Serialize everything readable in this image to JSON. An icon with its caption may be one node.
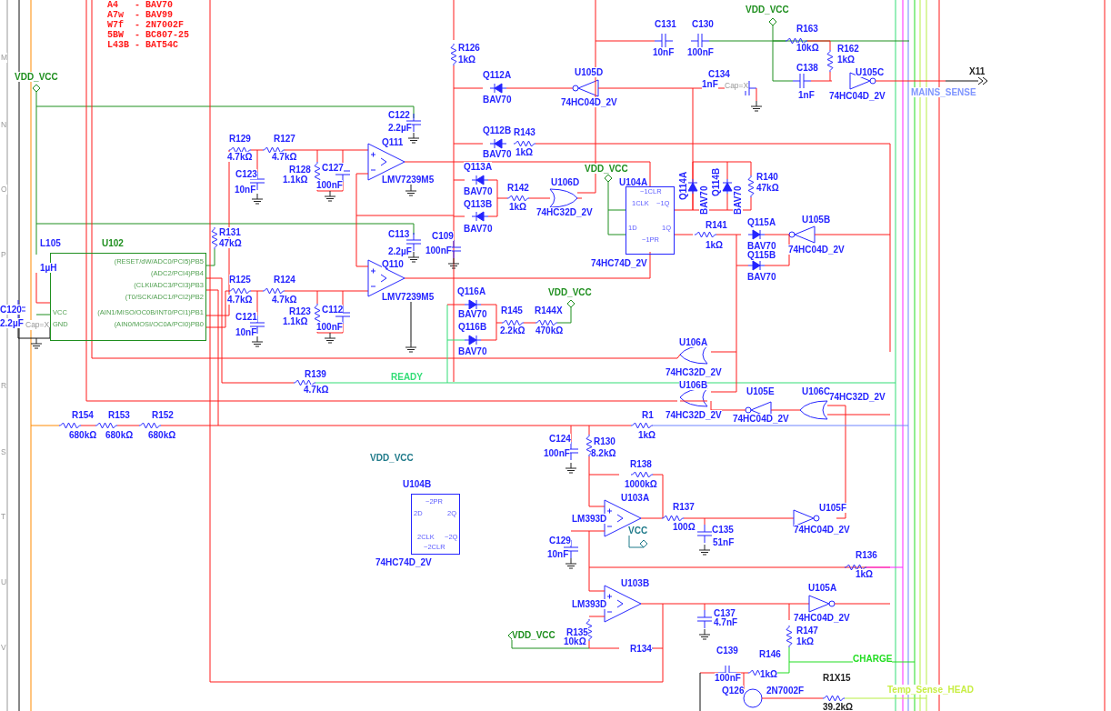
{
  "diagram": {
    "nodes": [
      {
        "text": [
          "(RESET/dW/ADC0/PCI5)PB5",
          "(ADC2/PCI4)PB4",
          "(CLKI/ADC3/PCI3)PB3",
          "(T0/SCK/ADC1/PCI2)PB2",
          "VCC",
          "(AIN1/MISO/OC0B/INT0/PCI1)PB1",
          "GND",
          "(AIN0/MOSI/OC0A/PCI0)PB0"
        ],
        "beside": [
          "U102"
        ]
      },
      {
        "text": [
          "~1CLR",
          "1CLK",
          "~1Q",
          "1D",
          "1Q",
          "~1PR"
        ],
        "beside": [
          "U104A",
          "74HC74D_2V"
        ]
      },
      {
        "text": [
          "~2PR",
          "2D",
          "2Q",
          "2CLK",
          "~2Q",
          "~2CLR"
        ],
        "beside": [
          "U104B",
          "74HC74D_2V"
        ]
      }
    ],
    "labels": [
      "A4   - BAV70",
      "A7w  - BAV99",
      "W7f  - 2N7002F",
      "5BW  - BC807-25",
      "L43B - BAT54C",
      "VDD_VCC",
      "R163",
      "C131",
      "C130",
      "10kΩ",
      "10nF",
      "100nF",
      "R126",
      "R162",
      "M",
      "1kΩ",
      "1kΩ",
      "VDD_VCC",
      "Q112A",
      "U105D",
      "C134",
      "C138",
      "U105C",
      "X11",
      "1nF",
      "Cap=X",
      "BAV70",
      "74HC04D_2V",
      "1nF",
      "74HC04D_2V",
      "MAINS_SENSE",
      "C122",
      "2.2µF",
      "N",
      "Q112B",
      "R143",
      "R129",
      "R127",
      "Q111",
      "BAV70",
      "1kΩ",
      "4.7kΩ",
      "4.7kΩ",
      "C123",
      "R128",
      "C127",
      "Q113A",
      "VDD_VCC",
      "1.1kΩ",
      "LMV7239M5",
      "Q114A",
      "Q114B",
      "R140",
      "O",
      "10nF",
      "100nF",
      "BAV70",
      "R142",
      "U106D",
      "BAV70",
      "BAV70",
      "47kΩ",
      "Q113B",
      "1kΩ",
      "74HC32D_2V",
      "BAV70",
      "R141",
      "Q115A",
      "U105B",
      "R131",
      "C113",
      "C109",
      "L105",
      "47kΩ",
      "1kΩ",
      "BAV70",
      "P",
      "2.2µF",
      "100nF",
      "Q115B",
      "74HC04D_2V",
      "1µH",
      "Q110",
      "R125",
      "R124",
      "BAV70",
      "4.7kΩ",
      "4.7kΩ",
      "LMV7239M5",
      "Q116A",
      "VDD_VCC",
      "C120",
      "C121",
      "R123",
      "C112",
      "BAV70",
      "R145",
      "R144X",
      "2.2µF",
      "Cap=X",
      "10nF",
      "1.1kΩ",
      "100nF",
      "Q116B",
      "2.2kΩ",
      "470kΩ",
      "BAV70",
      "U106A",
      "R139",
      "READY",
      "74HC32D_2V",
      "R",
      "4.7kΩ",
      "U106B",
      "U105E",
      "U106C",
      "74HC32D_2V",
      "R154",
      "R153",
      "R152",
      "R1",
      "74HC32D_2V",
      "74HC04D_2V",
      "680kΩ",
      "680kΩ",
      "680kΩ",
      "C124",
      "R130",
      "1kΩ",
      "S",
      "VDD_VCC",
      "100nF",
      "8.2kΩ",
      "R138",
      "1000kΩ",
      "U103A",
      "R137",
      "U105F",
      "T",
      "LM393D",
      "VCC",
      "100Ω",
      "C135",
      "74HC04D_2V",
      "C129",
      "51nF",
      "10nF",
      "R136",
      "1kΩ",
      "U",
      "U103B",
      "U105A",
      "LM393D",
      "C137",
      "4.7nF",
      "74HC04D_2V",
      "VDD_VCC",
      "R135",
      "R147",
      "10kΩ",
      "1kΩ",
      "V",
      "R134",
      "C139",
      "R146",
      "CHARGE",
      "100nF",
      "1kΩ",
      "R1X15",
      "Q126",
      "2N7002F",
      "Temp_Sense_HEAD",
      "39.2kΩ"
    ]
  }
}
